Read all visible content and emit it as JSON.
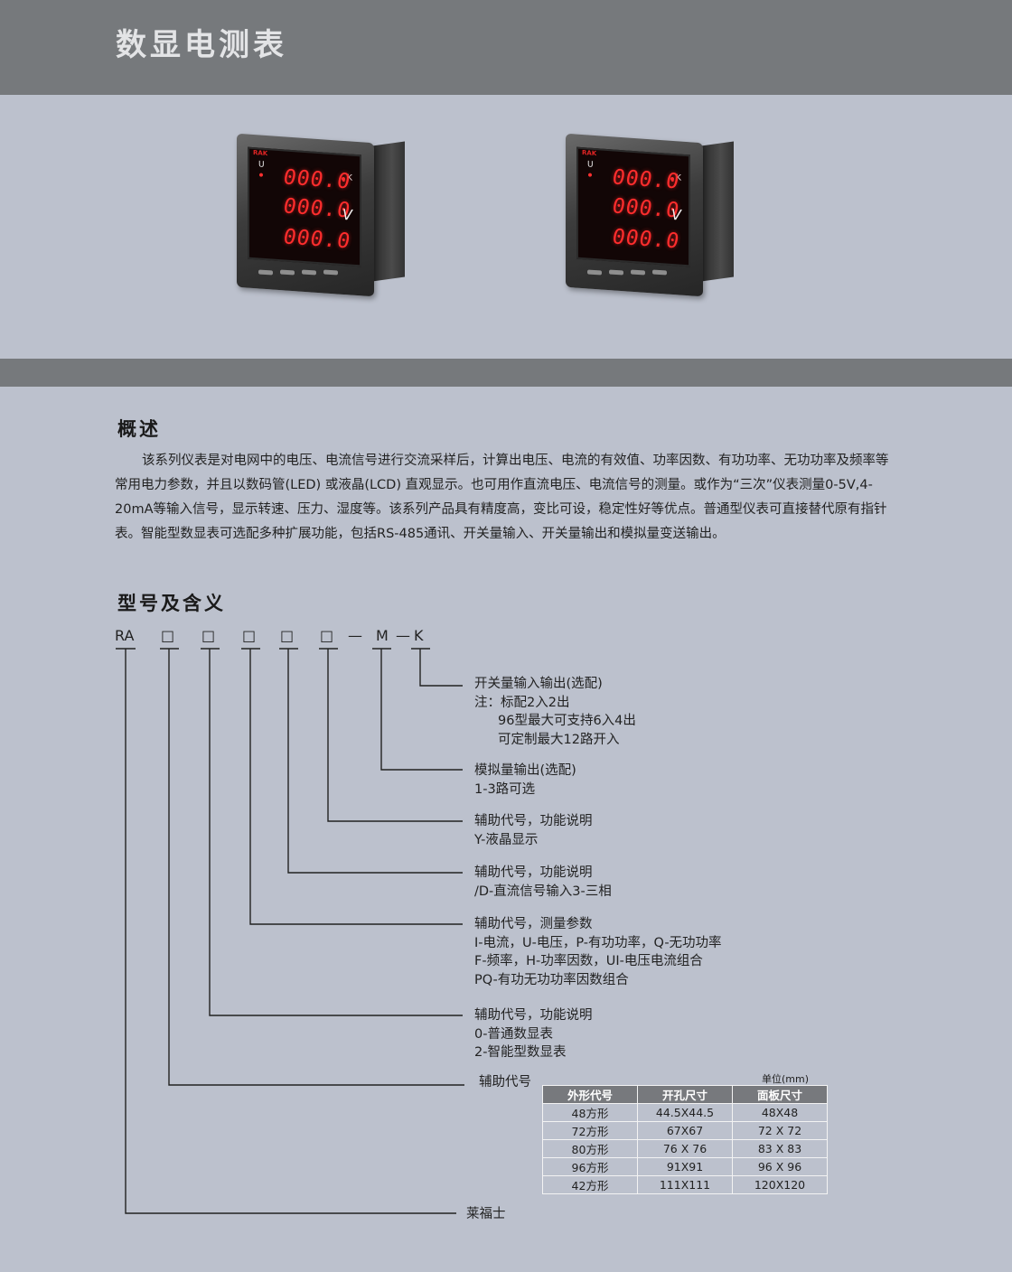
{
  "page": {
    "title": "数显电测表"
  },
  "meter": {
    "brand": "RAK",
    "row1": "000.0",
    "row2": "000.0",
    "row3": "000.0",
    "label_u": "U",
    "label_k": "K",
    "label_v": "V"
  },
  "overview": {
    "heading": "概述",
    "text": "该系列仪表是对电网中的电压、电流信号进行交流采样后，计算出电压、电流的有效值、功率因数、有功功率、无功功率及频率等常用电力参数，并且以数码管(LED) 或液晶(LCD) 直观显示。也可用作直流电压、电流信号的测量。或作为“三次”仪表测量0-5V,4-20mA等输入信号，显示转速、压力、湿度等。该系列产品具有精度高，变比可设，稳定性好等优点。普通型仪表可直接替代原有指针表。智能型数显表可选配多种扩展功能，包括RS-485通讯、开关量输入、开关量输出和模拟量变送输出。"
  },
  "model": {
    "heading": "型号及含义",
    "code": {
      "prefix": "RA",
      "box": "□",
      "dash": "—",
      "m": "M",
      "k": "K"
    },
    "k_desc": [
      "开关量输入输出(选配)",
      "注：标配2入2出",
      "96型最大可支持6入4出",
      "可定制最大12路开入"
    ],
    "m_desc": [
      "模拟量输出(选配)",
      "1-3路可选"
    ],
    "box5_desc": [
      "辅助代号，功能说明",
      "Y-液晶显示"
    ],
    "box4_desc": [
      "辅助代号，功能说明",
      "/D-直流信号输入3-三相"
    ],
    "box3_desc": [
      "辅助代号，测量参数",
      "I-电流，U-电压，P-有功功率，Q-无功功率",
      "F-频率，H-功率因数，UI-电压电流组合",
      "PQ-有功无功功率因数组合"
    ],
    "box2_desc": [
      "辅助代号，功能说明",
      "0-普通数显表",
      "2-智能型数显表"
    ],
    "box1_desc": "辅助代号",
    "ra_desc": "莱福士"
  },
  "size_table": {
    "unit": "单位(mm)",
    "headers": [
      "外形代号",
      "开孔尺寸",
      "面板尺寸"
    ],
    "rows": [
      [
        "48方形",
        "44.5X44.5",
        "48X48"
      ],
      [
        "72方形",
        "67X67",
        "72 X 72"
      ],
      [
        "80方形",
        "76 X 76",
        "83 X 83"
      ],
      [
        "96方形",
        "91X91",
        "96 X 96"
      ],
      [
        "42方形",
        "111X111",
        "120X120"
      ]
    ]
  }
}
